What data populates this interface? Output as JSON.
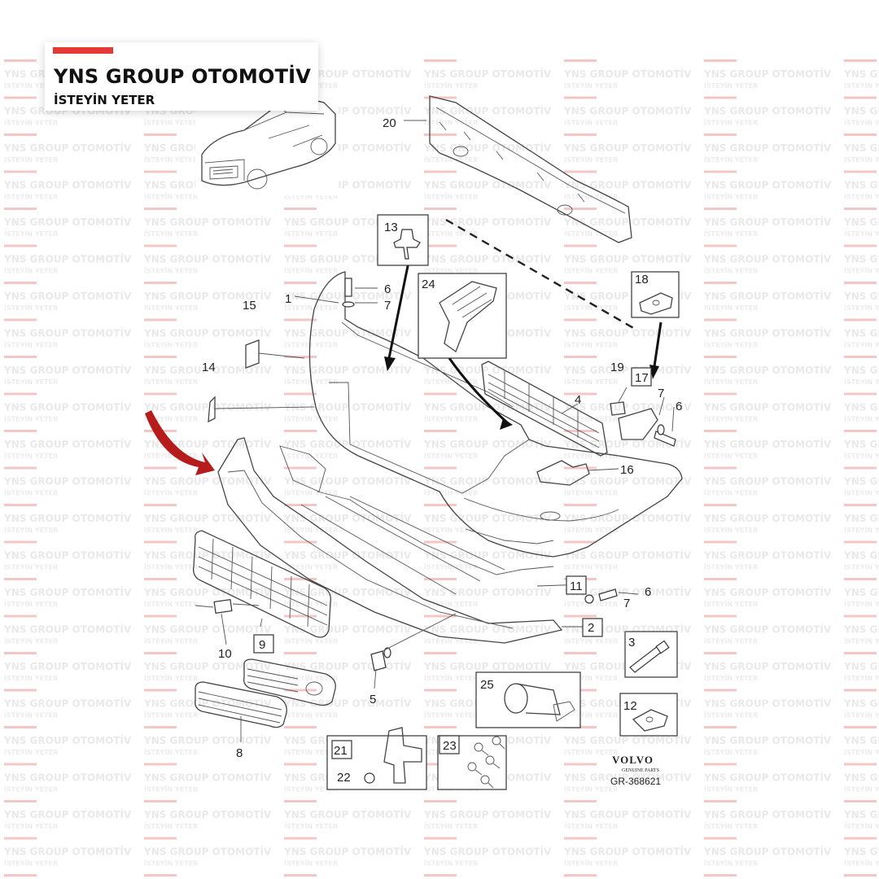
{
  "brand": {
    "name": "YNS GROUP OTOMOTİV",
    "tagline": "İSTEYİN YETER",
    "accent_color": "#e53935"
  },
  "watermark": {
    "line1": "YNS GROUP OTOMOTİV",
    "line2": "İSTEYİN YETER"
  },
  "callouts": {
    "c1": "1",
    "c2": "2",
    "c3": "3",
    "c4": "4",
    "c5": "5",
    "c6a": "6",
    "c6b": "6",
    "c6c": "6",
    "c7a": "7",
    "c7b": "7",
    "c7c": "7",
    "c8": "8",
    "c9": "9",
    "c10": "10",
    "c11": "11",
    "c12": "12",
    "c13": "13",
    "c14": "14",
    "c15": "15",
    "c16": "16",
    "c17": "17",
    "c18": "18",
    "c19": "19",
    "c20": "20",
    "c21": "21",
    "c22": "22",
    "c23": "23",
    "c24": "24",
    "c25": "25"
  },
  "footer": {
    "logo": "VOLVO",
    "logo_sub": "GENUINE PARTS",
    "diagram_code": "GR-368621"
  },
  "arrow_color": "#b71c1c"
}
